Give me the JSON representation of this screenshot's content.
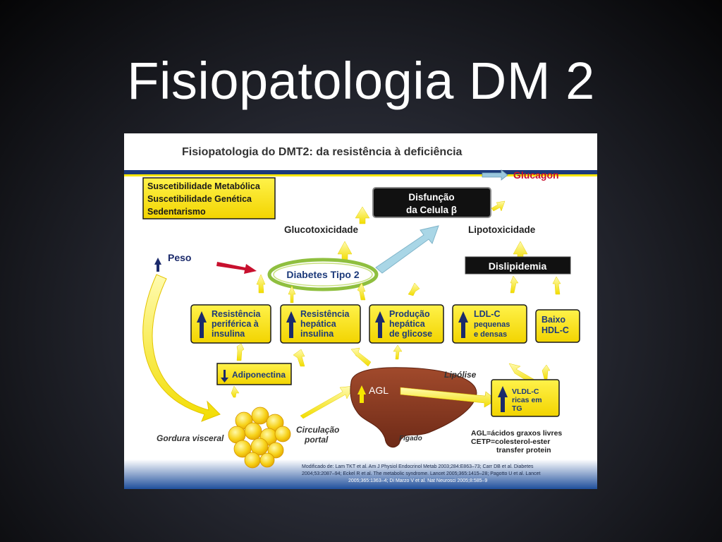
{
  "slide": {
    "title": "Fisiopatologia DM 2"
  },
  "figure": {
    "title": "Fisiopatologia do DMT2: da resistência à deficiência",
    "risk_factors": [
      "Suscetibilidade Metabólica",
      "Suscetibilidade Genética",
      "Sedentarismo"
    ],
    "glucagon": "Glucagon",
    "beta_dysfunction": [
      "Disfunção",
      "da Celula β"
    ],
    "glucotoxicity": "Glucotoxicidade",
    "lipotoxicity": "Lipotoxicidade",
    "weight": "Peso",
    "diabetes": "Diabetes Tipo 2",
    "dyslipidemia": "Dislipidemia",
    "boxes": [
      {
        "lines": [
          "Resistência",
          "periférica à",
          "insulina"
        ],
        "arrow": "up"
      },
      {
        "lines": [
          "Resistência",
          "hepática",
          "insulina"
        ],
        "arrow": "up"
      },
      {
        "lines": [
          "Produção",
          "hepática",
          "de glicose"
        ],
        "arrow": "up"
      },
      {
        "lines": [
          "LDL-C",
          "pequenas",
          "e densas"
        ],
        "arrow": "up"
      },
      {
        "lines": [
          "Baixo",
          "HDL-C"
        ],
        "arrow": "none"
      }
    ],
    "adiponectin": "Adiponectina",
    "agl": "AGL",
    "lipolysis": "Lipólise",
    "vldl": [
      "VLDL-C",
      "ricas em",
      "TG"
    ],
    "visceral_fat": "Gordura visceral",
    "portal": [
      "Circulação",
      "portal"
    ],
    "liver": "Fígado",
    "legend": [
      "AGL=ácidos graxos livres",
      "CETP=colesterol-ester",
      "transfer protein"
    ],
    "references": [
      "Modificado de: Lam TKT et al. Am J Physiol Endocrinol Metab 2003;284:E863–73; Carr DB et al. Diabetes",
      "2004;53:2087–94; Eckel R et al. The metabolic syndrome. Lancet 2005;365:1415–28; Pagotto U et al. Lancet",
      "2005;365:1363–4; Di Marzo V et al. Nat Neurosci 2005;8:585–9"
    ],
    "colors": {
      "yellow": "#f6e500",
      "box_border": "#1a1a1a",
      "ring": "#8fbf3f",
      "liver": "#8a3b24",
      "arrow_up": "#1b2a6b",
      "glucagon": "#c8102e",
      "navy": "#1d3a7a"
    }
  }
}
